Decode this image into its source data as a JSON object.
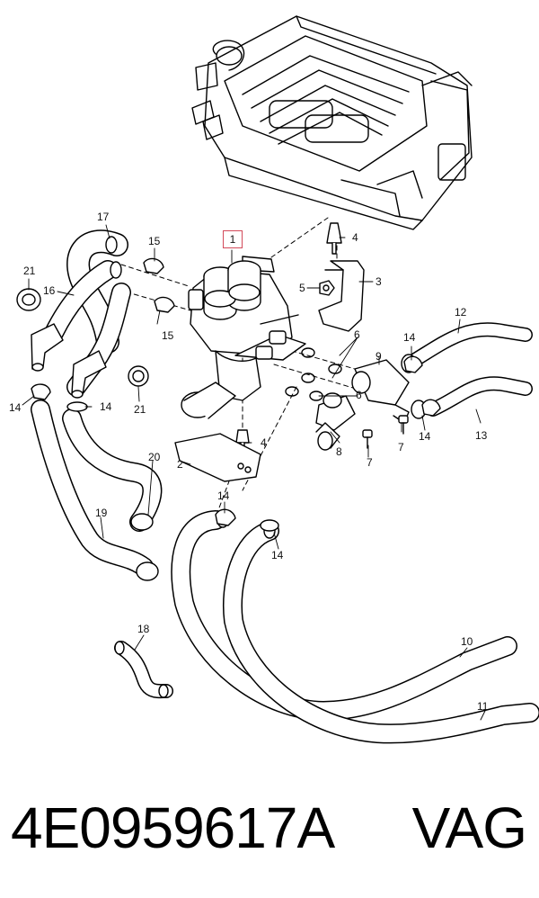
{
  "footer": {
    "part_number": "4E0959617A",
    "brand": "VAG"
  },
  "highlight_color": "#d34a5a",
  "callouts": [
    {
      "id": "c1",
      "label": "1",
      "highlighted": true
    },
    {
      "id": "c2",
      "label": "2"
    },
    {
      "id": "c3",
      "label": "3"
    },
    {
      "id": "c4a",
      "label": "4"
    },
    {
      "id": "c4b",
      "label": "4"
    },
    {
      "id": "c5",
      "label": "5"
    },
    {
      "id": "c6a",
      "label": "6"
    },
    {
      "id": "c6b",
      "label": "6"
    },
    {
      "id": "c7a",
      "label": "7"
    },
    {
      "id": "c7b",
      "label": "7"
    },
    {
      "id": "c8",
      "label": "8"
    },
    {
      "id": "c9",
      "label": "9"
    },
    {
      "id": "c10",
      "label": "10"
    },
    {
      "id": "c11",
      "label": "11"
    },
    {
      "id": "c12",
      "label": "12"
    },
    {
      "id": "c13",
      "label": "13"
    },
    {
      "id": "c14a",
      "label": "14"
    },
    {
      "id": "c14b",
      "label": "14"
    },
    {
      "id": "c14c",
      "label": "14"
    },
    {
      "id": "c14d",
      "label": "14"
    },
    {
      "id": "c14e",
      "label": "14"
    },
    {
      "id": "c14f",
      "label": "14"
    },
    {
      "id": "c15a",
      "label": "15"
    },
    {
      "id": "c15b",
      "label": "15"
    },
    {
      "id": "c16",
      "label": "16"
    },
    {
      "id": "c17",
      "label": "17"
    },
    {
      "id": "c18",
      "label": "18"
    },
    {
      "id": "c19",
      "label": "19"
    },
    {
      "id": "c20",
      "label": "20"
    },
    {
      "id": "c21a",
      "label": "21"
    },
    {
      "id": "c21b",
      "label": "21"
    }
  ]
}
